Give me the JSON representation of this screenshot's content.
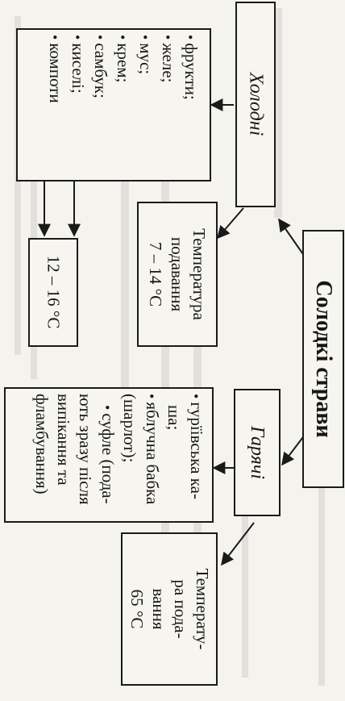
{
  "diagram": {
    "root": "Солодкі страви",
    "cold": {
      "label": "Холодні",
      "items": [
        "фрукти;",
        "желе;",
        "мус;",
        "крем;",
        "самбук;",
        "киселі;",
        "компоти"
      ],
      "temp_label": "Температура подавання",
      "temp_value": "7 – 14 °C",
      "temp_compote": "12 – 16 °C"
    },
    "hot": {
      "label": "Гарячі",
      "items": [
        "гурїівська ка-",
        "ша;",
        "яблучна бабка",
        "(шарлот);",
        "суфле (пода-",
        "ють зразу після",
        "випікання та",
        "фламбування)"
      ],
      "item_bullets": [
        true,
        false,
        true,
        false,
        true,
        false,
        false,
        false
      ],
      "temp_label_1": "Температу-",
      "temp_label_2": "ра пода-",
      "temp_label_3": "вання",
      "temp_value": "65 °C"
    }
  }
}
